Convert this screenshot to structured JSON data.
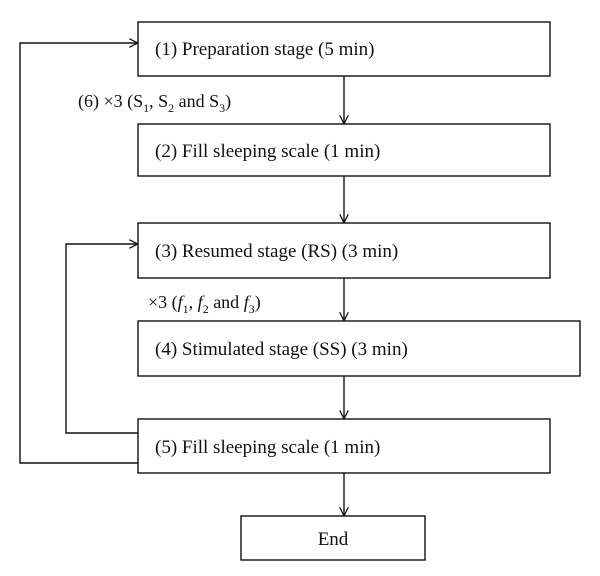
{
  "nodes": {
    "preparation": "(1) Preparation stage (5 min)",
    "fill1": "(2) Fill sleeping scale (1 min)",
    "resumed": "(3) Resumed stage (RS) (3 min)",
    "stimulated": "(4) Stimulated stage (SS) (3 min)",
    "fill2": "(5) Fill sleeping scale (1 min)",
    "end": "End"
  },
  "loops": {
    "outer": {
      "prefix": "(6) ×3 (S",
      "s1_sub": "1",
      "sep1": ", S",
      "s2_sub": "2",
      "sep2": " and S",
      "s3_sub": "3",
      "suffix": ")"
    },
    "inner": {
      "prefix": "×3 (",
      "f1": "f",
      "f1_sub": "1",
      "sep1": ", ",
      "f2": "f",
      "f2_sub": "2",
      "sep2": " and ",
      "f3": "f",
      "f3_sub": "3",
      "suffix": ")"
    }
  }
}
